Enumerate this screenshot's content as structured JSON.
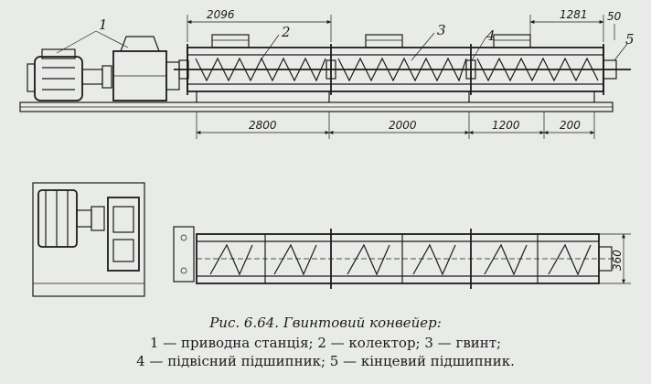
{
  "figure": {
    "labels": {
      "n1": "1",
      "n2": "2",
      "n3": "3",
      "n4": "4",
      "n5": "5"
    },
    "dimensions": {
      "top_2096": "2096",
      "top_1281": "1281",
      "top_50": "50",
      "bottom_2800": "2800",
      "bottom_2000": "2000",
      "bottom_1200": "1200",
      "bottom_200": "200",
      "plan_360": "360"
    }
  },
  "caption": {
    "title": "Рис. 6.64. Гвинтовий конвейер:",
    "line1": "1 — приводна станція; 2 — колектор; 3 — гвинт;",
    "line2": "4 — підвісний підшипник; 5 — кінцевий підшипник."
  }
}
